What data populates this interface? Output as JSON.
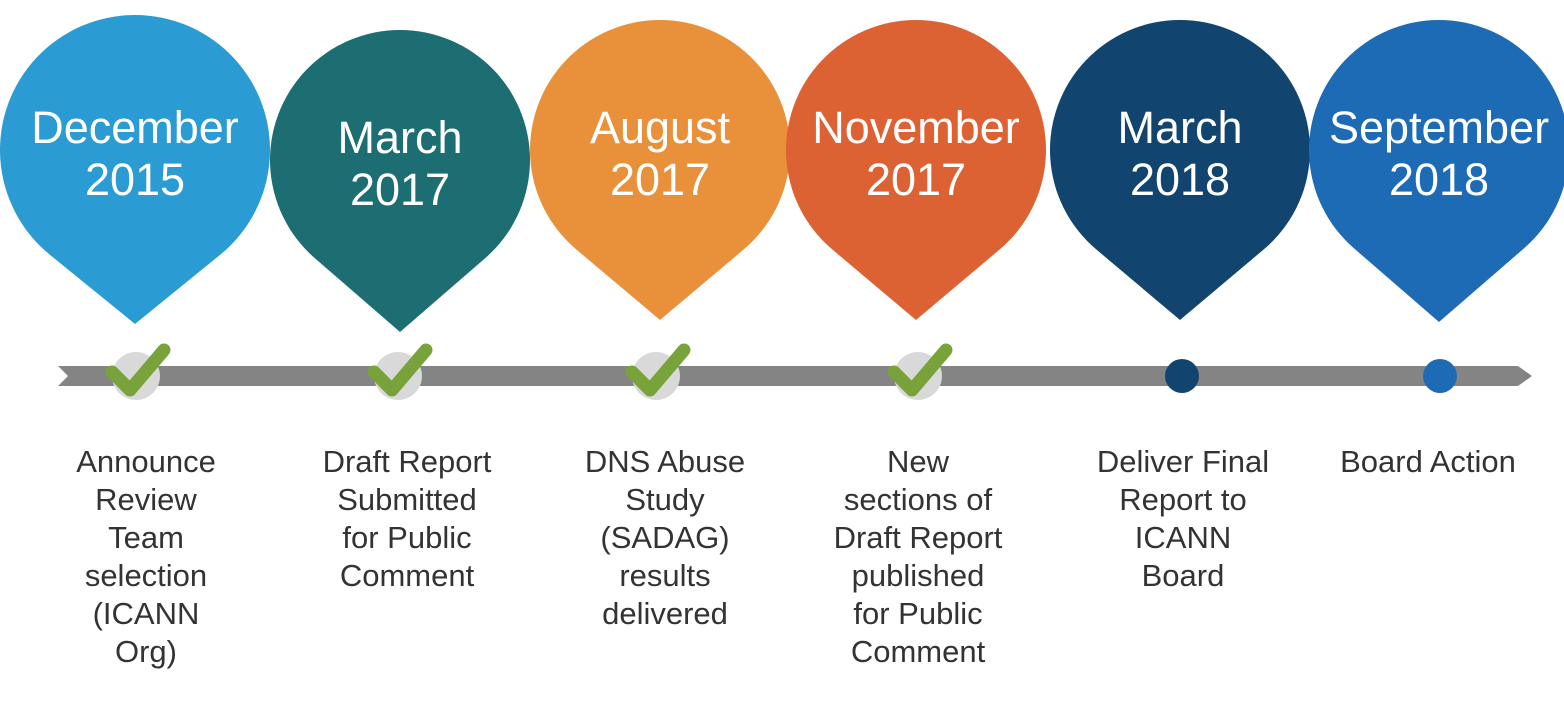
{
  "colors": {
    "axis": "#848484",
    "check": "#77A33A",
    "check_circle": "#D9D9D9"
  },
  "milestones": [
    {
      "month": "December",
      "year": "2015",
      "color": "#2A9BD3",
      "status": "completed",
      "marker_icon": "checkmark-icon",
      "description": [
        "Announce",
        "Review",
        "Team",
        "selection",
        "(ICANN",
        "Org)"
      ]
    },
    {
      "month": "March",
      "year": "2017",
      "color": "#1D6E73",
      "status": "completed",
      "marker_icon": "checkmark-icon",
      "description": [
        "Draft Report",
        "Submitted",
        "for Public",
        "Comment"
      ]
    },
    {
      "month": "August",
      "year": "2017",
      "color": "#E8913A",
      "status": "completed",
      "marker_icon": "checkmark-icon",
      "description": [
        "DNS Abuse",
        "Study",
        "(SADAG)",
        "results",
        "delivered"
      ]
    },
    {
      "month": "November",
      "year": "2017",
      "color": "#DD6233",
      "status": "completed",
      "marker_icon": "checkmark-icon",
      "description": [
        "New",
        "sections of",
        "Draft Report",
        "published",
        "for Public",
        "Comment"
      ]
    },
    {
      "month": "March",
      "year": "2018",
      "color": "#124470",
      "status": "pending",
      "marker_icon": "dot-icon",
      "description": [
        "Deliver Final",
        "Report to",
        "ICANN",
        "Board"
      ]
    },
    {
      "month": "September",
      "year": "2018",
      "color": "#1E6BB5",
      "status": "pending",
      "marker_icon": "dot-icon",
      "description": [
        "Board Action"
      ]
    }
  ]
}
